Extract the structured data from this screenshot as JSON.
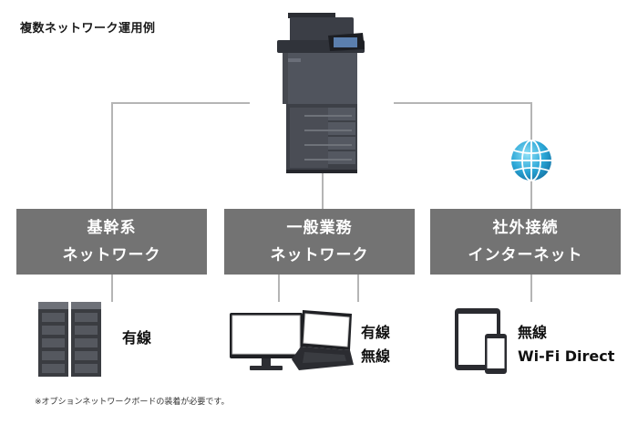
{
  "title": "複数ネットワーク運用例",
  "boxes": [
    {
      "line1": "基幹系",
      "line2": "ネットワーク"
    },
    {
      "line1": "一般業務",
      "line2": "ネットワーク"
    },
    {
      "line1": "社外接続",
      "line2": "インターネット"
    }
  ],
  "devices": {
    "left_label": "有線",
    "middle_label_1": "有線",
    "middle_label_2": "無線",
    "right_label_1": "無線",
    "right_label_2": "Wi-Fi Direct"
  },
  "footnote": "※オプションネットワークボードの装着が必要です。",
  "colors": {
    "box": "#737373",
    "line": "#b5b5b5",
    "globe": "#2aa6d6"
  }
}
